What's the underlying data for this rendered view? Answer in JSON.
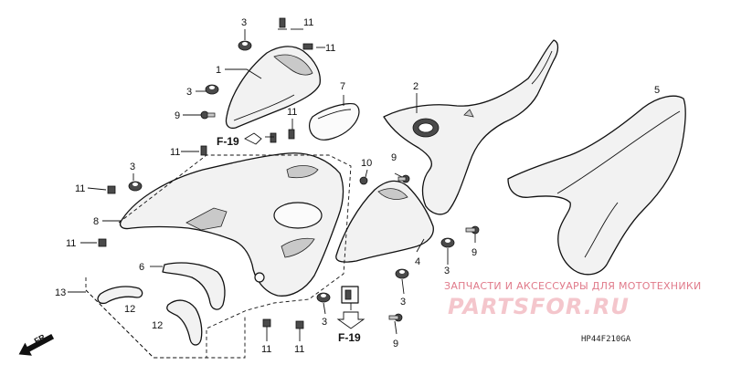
{
  "callouts": {
    "c1": "1",
    "c2": "2",
    "c3a": "3",
    "c3b": "3",
    "c3c": "3",
    "c3d": "3",
    "c3e": "3",
    "c3f": "3",
    "c5": "5",
    "c6": "6",
    "c7": "7",
    "c8": "8",
    "c9a": "9",
    "c9b": "9",
    "c9c": "9",
    "c9d": "9",
    "c10": "10",
    "c11a": "11",
    "c11b": "11",
    "c11c": "11",
    "c11d": "11",
    "c11e": "11",
    "c11f": "11",
    "c11g": "11",
    "c4": "4",
    "c12a": "12",
    "c12b": "12",
    "c13": "13"
  },
  "refs": {
    "f19_top": "F-19",
    "f19_bottom": "F-19"
  },
  "direction": "FR.",
  "watermark": {
    "line1": "ЗАПЧАСТИ И АКСЕССУАРЫ ДЛЯ МОТОТЕХНИКИ",
    "line2": "PARTSFOR.RU"
  },
  "diagram_code": "HP44F210GA"
}
